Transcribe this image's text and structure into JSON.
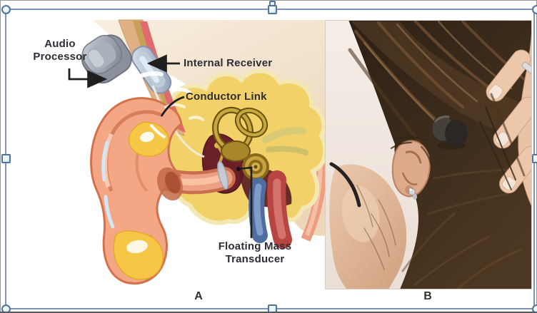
{
  "figure": {
    "panel_a": {
      "letter": "A",
      "labels": {
        "audio_processor": "Audio Processor",
        "internal_receiver": "Internal Receiver",
        "conductor_link": "Conductor Link",
        "floating_mass_transducer": "Floating Mass Transducer"
      }
    },
    "panel_b": {
      "letter": "B"
    }
  },
  "selection": {
    "border_color": "#7b97b5",
    "handle_fill": "#e2f3f8",
    "handle_border": "#52749b"
  },
  "canvas": {
    "background": "#ffffff",
    "label_text_color": "#2d2d36"
  }
}
